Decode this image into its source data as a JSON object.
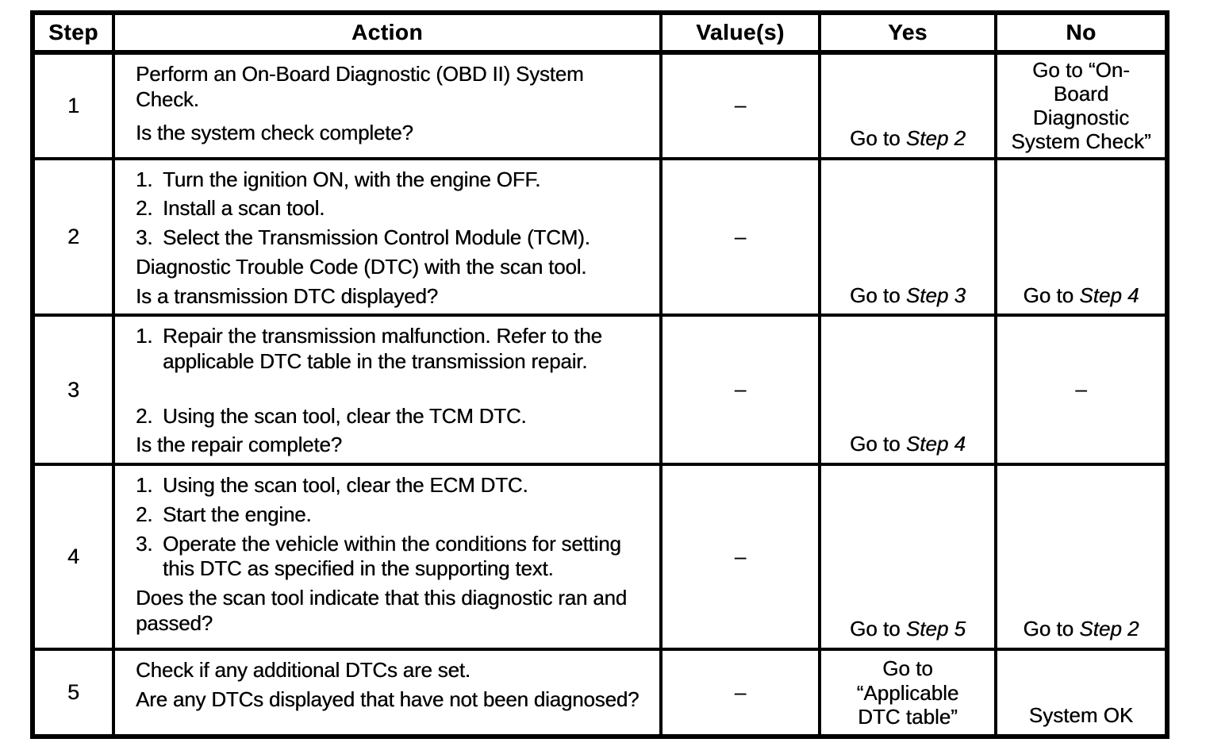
{
  "colors": {
    "ink": "#000000",
    "paper": "#ffffff"
  },
  "table": {
    "header": {
      "step": "Step",
      "action": "Action",
      "values": "Value(s)",
      "yes": "Yes",
      "no": "No"
    },
    "rows": [
      {
        "step": "1",
        "action": [
          {
            "text": "Perform an On-Board Diagnostic (OBD II) System Check."
          },
          {
            "text": "Is the system check complete?"
          }
        ],
        "value": "–",
        "yes": {
          "prefix": "Go to ",
          "step": "Step 2"
        },
        "no": {
          "lines": [
            "Go to “On-",
            "Board",
            "Diagnostic",
            "System Check”"
          ]
        }
      },
      {
        "step": "2",
        "action": [
          {
            "n": "1.",
            "text": "Turn the ignition ON, with the engine OFF."
          },
          {
            "n": "2.",
            "text": "Install a scan tool."
          },
          {
            "n": "3.",
            "text": "Select the Transmission Control Module (TCM)."
          },
          {
            "text": "Diagnostic Trouble Code (DTC) with the scan tool."
          },
          {
            "text": "Is a transmission DTC displayed?"
          }
        ],
        "value": "–",
        "yes": {
          "prefix": "Go to ",
          "step": "Step 3"
        },
        "no": {
          "prefix": "Go to ",
          "step": "Step 4"
        }
      },
      {
        "step": "3",
        "action": [
          {
            "n": "1.",
            "text": "Repair the transmission malfunction. Refer to the applicable DTC table in the transmission repair."
          },
          {
            "n": "2.",
            "text": "Using the scan tool, clear the TCM DTC."
          },
          {
            "text": "Is the repair complete?"
          }
        ],
        "value": "–",
        "yes": {
          "prefix": "Go to ",
          "step": "Step 4"
        },
        "no": {
          "dash": "–"
        }
      },
      {
        "step": "4",
        "action": [
          {
            "n": "1.",
            "text": "Using the scan tool, clear the ECM DTC."
          },
          {
            "n": "2.",
            "text": "Start the engine."
          },
          {
            "n": "3.",
            "text": "Operate the vehicle within the conditions for setting this DTC as specified in the supporting text."
          },
          {
            "text": "Does the scan tool indicate that this diagnostic ran and passed?"
          }
        ],
        "value": "–",
        "yes": {
          "prefix": "Go to ",
          "step": "Step 5"
        },
        "no": {
          "prefix": "Go to ",
          "step": "Step 2"
        }
      },
      {
        "step": "5",
        "action": [
          {
            "text": "Check if any additional DTCs are set."
          },
          {
            "text": "Are any DTCs displayed that have not been diagnosed?"
          }
        ],
        "value": "–",
        "yes": {
          "lines": [
            "Go to",
            "“Applicable",
            "DTC table”"
          ]
        },
        "no": {
          "text": "System OK"
        }
      }
    ]
  }
}
